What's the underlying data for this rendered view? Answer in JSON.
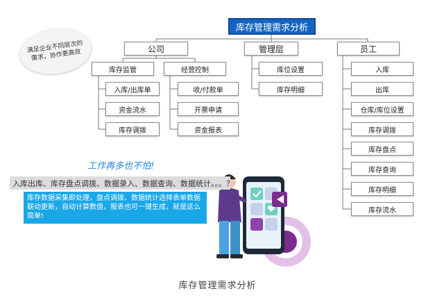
{
  "title": "库存管理需求分析",
  "bubble_text": "满足企业不同层次的需求，协作更高效",
  "categories": {
    "company": "公司",
    "management": "管理层",
    "employee": "员工"
  },
  "company": {
    "inventory_monitor": "库存监管",
    "inventory_items": [
      "入库/出库单",
      "资金流水",
      "库存调拨"
    ],
    "operation_control": "经营控制",
    "operation_items": [
      "收/付款单",
      "开票申请",
      "资金报表"
    ]
  },
  "management_items": [
    "库位设置",
    "库存明细"
  ],
  "employee_items": [
    "入库",
    "出库",
    "仓库/库位设置",
    "库存调拨",
    "库存盘点",
    "库存查询",
    "库存明细",
    "库存流水"
  ],
  "slogan": "工作再多也不怕!",
  "gray_bar": "入库出库、库存盘点调拨、数据录入、数据查询、数据统计。。。？",
  "blue_box": "库存数据采集即处理，盘点调拨、数据统计选择表单数据联动更新，自动计算数值，报表也可一键生成，就是这么简单!",
  "caption": "库存管理需求分析",
  "colors": {
    "title_bg": "#1565c0",
    "accent_blue": "#19a7e8",
    "purple": "#7b2d8e"
  }
}
